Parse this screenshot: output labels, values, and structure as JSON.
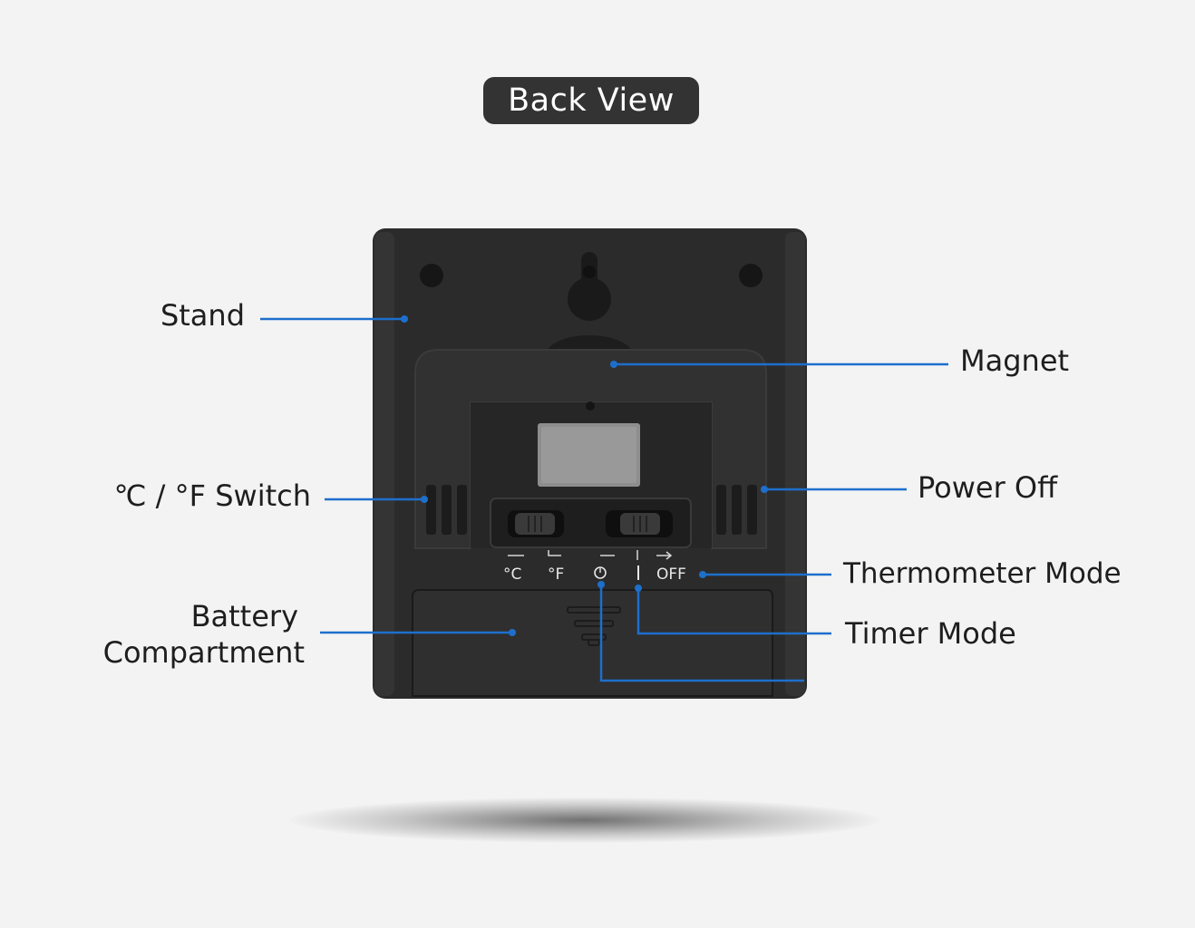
{
  "title": "Back View",
  "labels": {
    "stand": "Stand",
    "magnet": "Magnet",
    "switch": "℃ / °F Switch",
    "power_off": "Power Off",
    "thermometer_mode": "Thermometer Mode",
    "battery_line1": "Battery",
    "battery_line2": "Compartment",
    "timer_mode": "Timer Mode"
  },
  "device_markings": {
    "celsius": "°C",
    "fahrenheit": "°F",
    "off": "OFF"
  },
  "colors": {
    "leader_line": "#1e6fcc",
    "device_body": "#2b2b2b",
    "badge": "#333333"
  }
}
